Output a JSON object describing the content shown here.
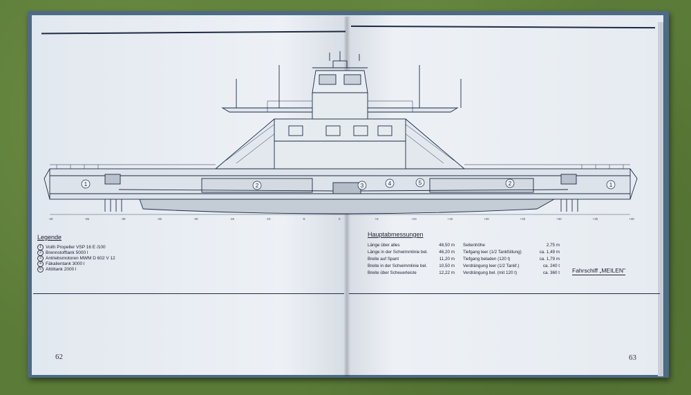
{
  "pages": {
    "left_number": "62",
    "right_number": "63"
  },
  "legend": {
    "title": "Legende",
    "items": [
      {
        "num": "1",
        "text": "Voith Propeller VSP 16 E /100"
      },
      {
        "num": "2",
        "text": "Brennstofftank 5000 l"
      },
      {
        "num": "3",
        "text": "Antriebsmotoren MWM D 602 V 12"
      },
      {
        "num": "4",
        "text": "Fäkalientank 3000 l"
      },
      {
        "num": "5",
        "text": "Altöltank 2000 l"
      }
    ]
  },
  "dimensions": {
    "title": "Hauptabmessungen",
    "rows": [
      {
        "l1": "Länge über alles",
        "v1": "48,50 m",
        "l2": "Seitenhöhe",
        "v2": "2,75 m"
      },
      {
        "l1": "Länge in der Schwimmlinie bel.",
        "v1": "46,20 m",
        "l2": "Tiefgang leer (1/2 Tankfüllung)",
        "v2": "ca. 1,49 m"
      },
      {
        "l1": "Breite auf Spant",
        "v1": "11,20 m",
        "l2": "Tiefgang beladen (120 t)",
        "v2": "ca. 1,79 m"
      },
      {
        "l1": "Breite in der Schwimmlinie bel.",
        "v1": "10,50 m",
        "l2": "Verdrängung leer (1/2 Tankf.)",
        "v2": "ca. 240 t"
      },
      {
        "l1": "Breite über Scheuerleiste",
        "v1": "12,22 m",
        "l2": "Verdrängung bel. (mit 120 t)",
        "v2": "ca. 360 t"
      }
    ]
  },
  "ship_name": "Fahrschiff „MEILEN\"",
  "callouts": {
    "c1": "1",
    "c2": "2",
    "c3": "3",
    "c4": "4",
    "c5": "5"
  },
  "scale_ticks": [
    "-40",
    "-35",
    "-30",
    "-25",
    "-20",
    "-15",
    "-10",
    "-5",
    "0",
    "+5",
    "+10",
    "+15",
    "+20",
    "+25",
    "+30",
    "+35",
    "+40"
  ],
  "colors": {
    "ink": "#1c2a44",
    "paper": "#eaeff5",
    "cover": "#4d6a86",
    "background": "#5b7b38"
  }
}
